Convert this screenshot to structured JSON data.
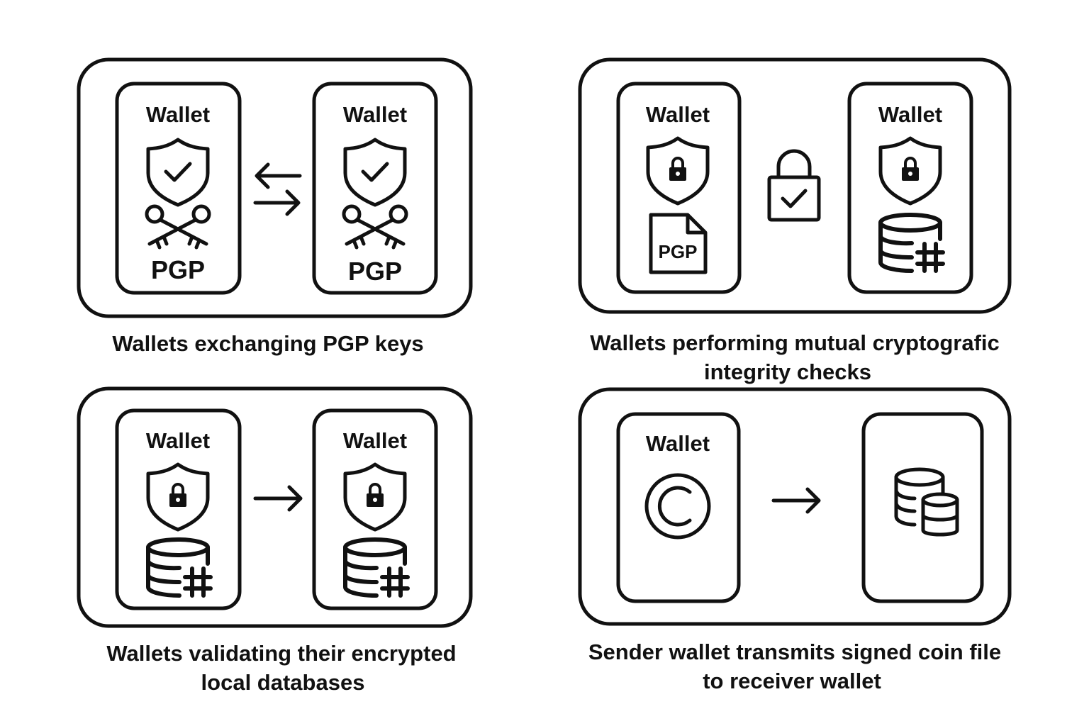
{
  "panels": [
    {
      "caption": [
        "Wallets exchanging PGP keys"
      ],
      "left": {
        "label": "Wallet",
        "tag": "PGP"
      },
      "right": {
        "label": "Wallet",
        "tag": "PGP"
      },
      "connector": "bidirectional-arrows-icon"
    },
    {
      "caption": [
        "Wallets performing mutual cryptografic",
        "integrity checks"
      ],
      "left": {
        "label": "Wallet",
        "file_tag": "PGP"
      },
      "right": {
        "label": "Wallet"
      },
      "connector": "padlock-check-icon"
    },
    {
      "caption": [
        "Wallets validating their encrypted",
        "local databases"
      ],
      "left": {
        "label": "Wallet"
      },
      "right": {
        "label": "Wallet"
      },
      "connector": "arrow-right-icon"
    },
    {
      "caption": [
        "Sender wallet transmits signed coin file",
        "to receiver wallet"
      ],
      "left": {
        "label": "Wallet"
      },
      "connector": "arrow-right-icon"
    }
  ],
  "colors": {
    "stroke": "#111111",
    "background": "#ffffff"
  }
}
